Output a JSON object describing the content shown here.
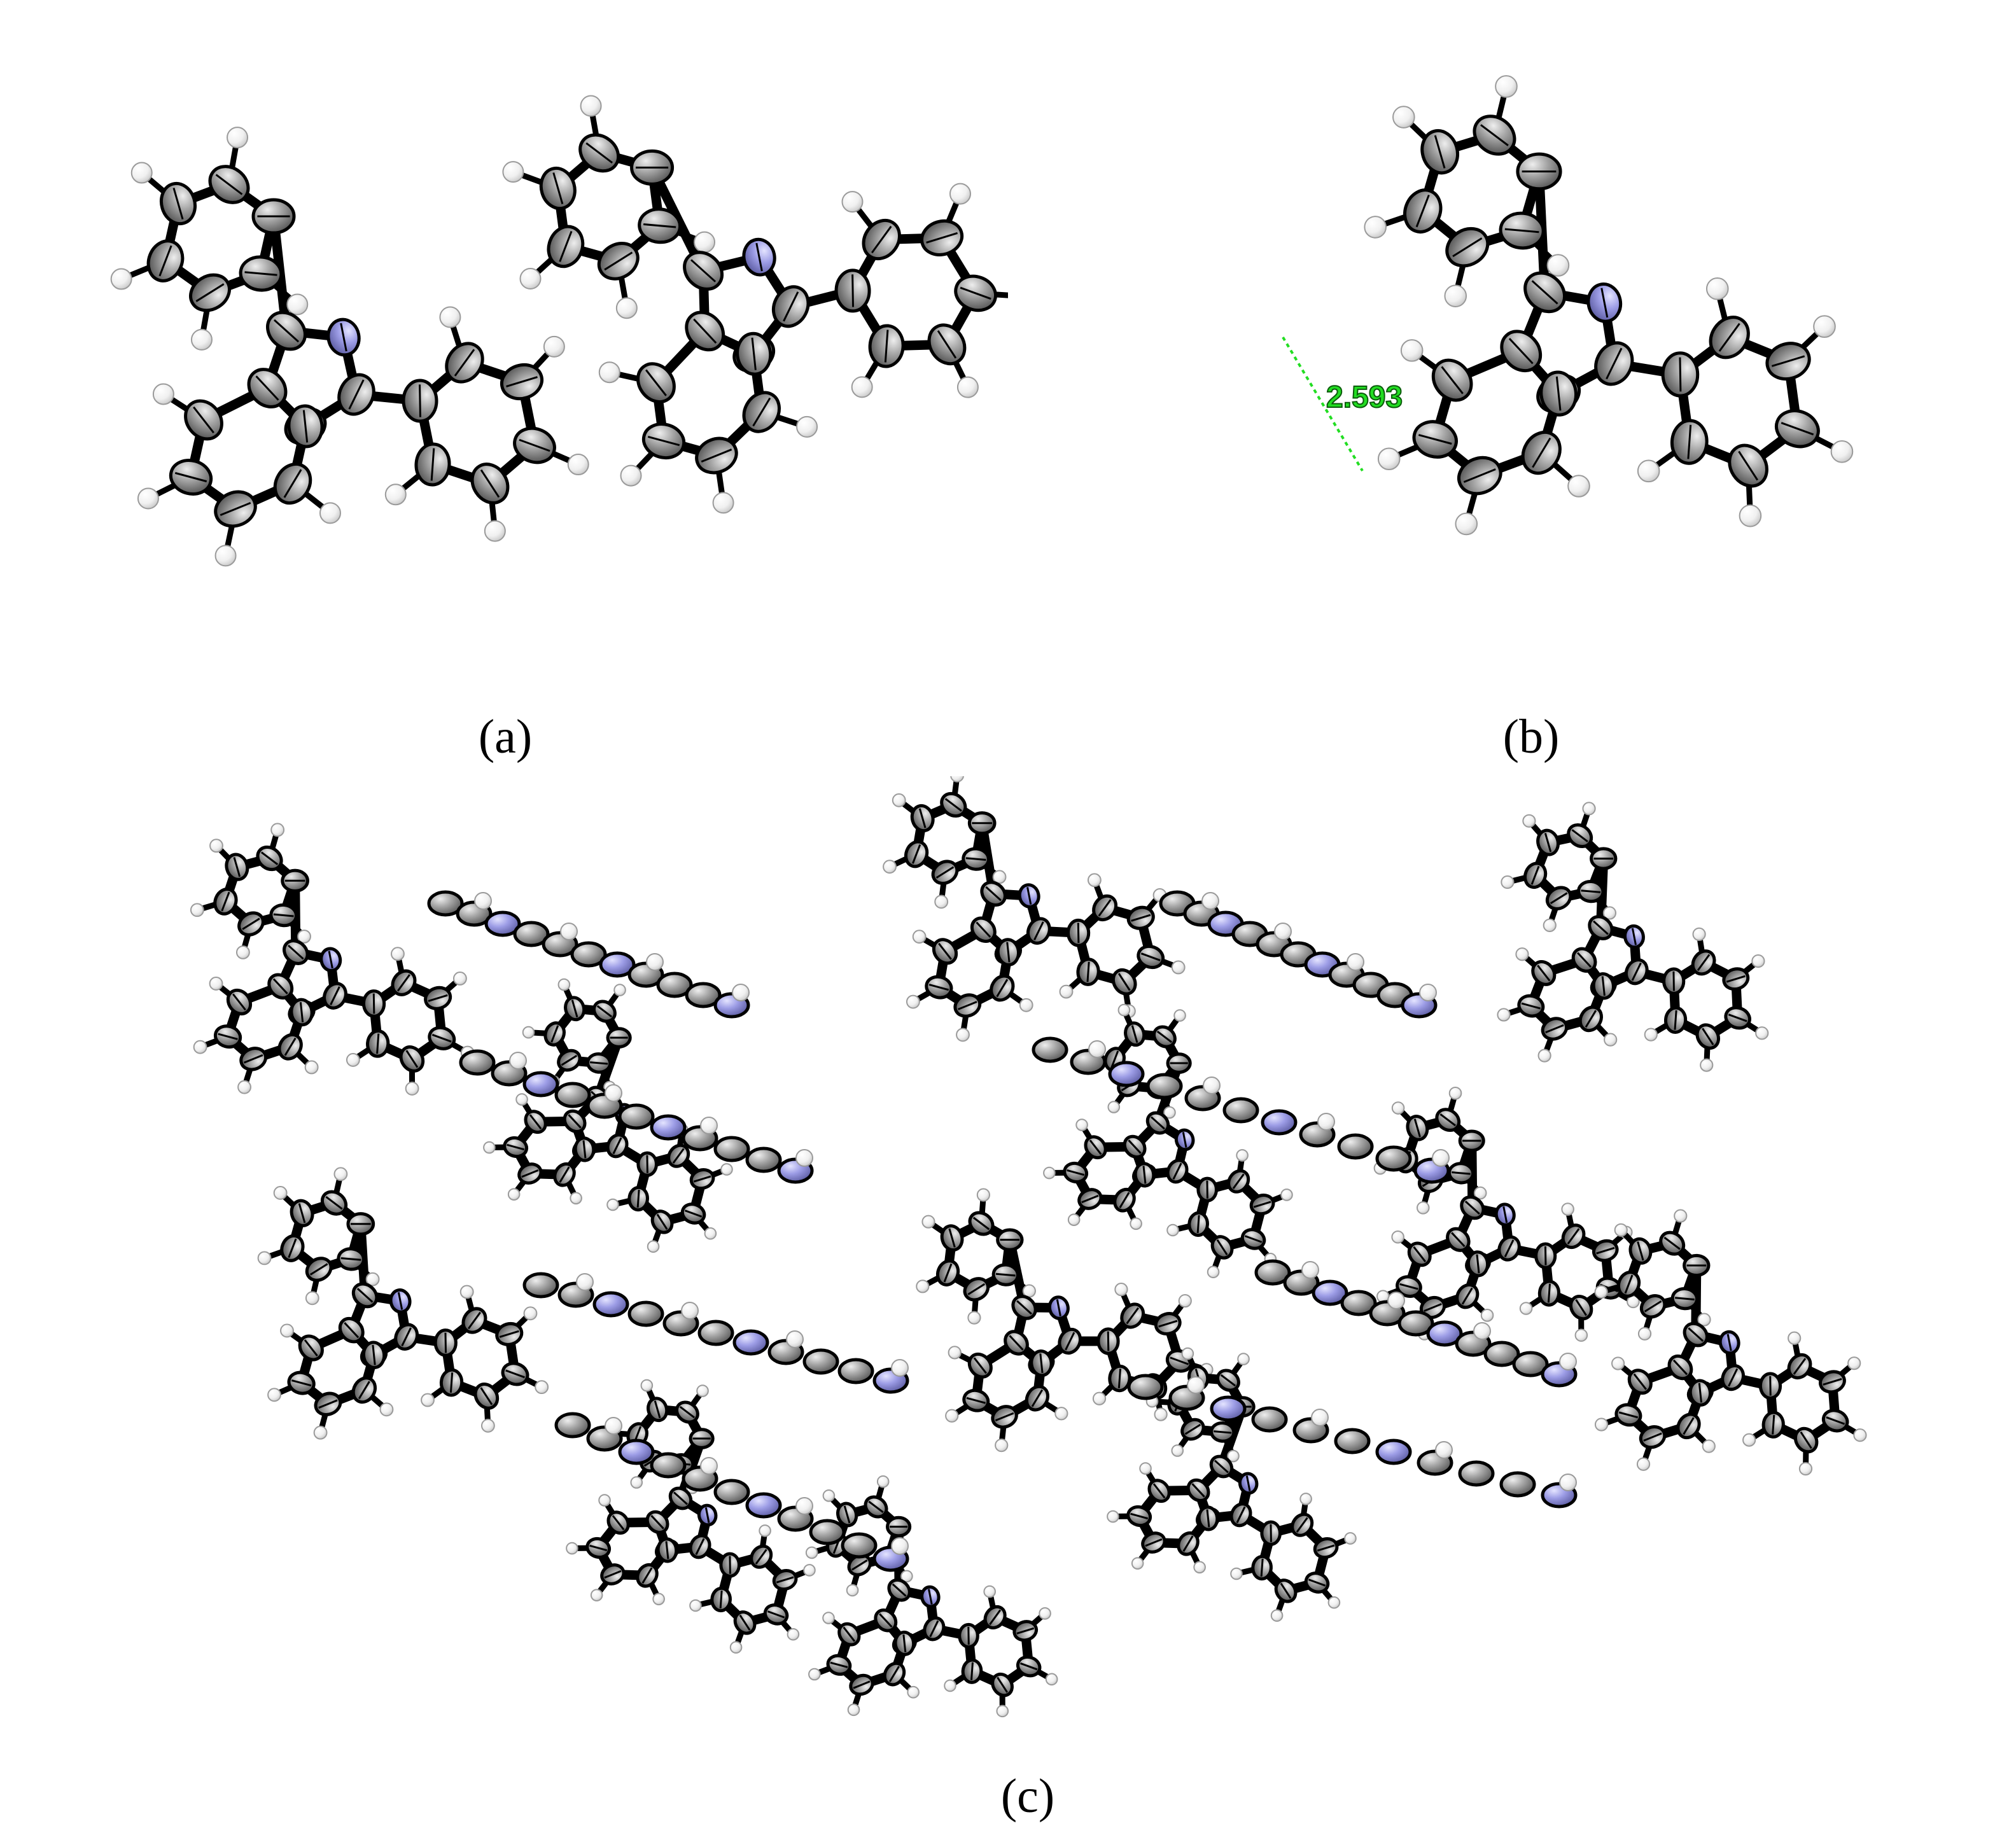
{
  "panels": {
    "a": {
      "caption": "(a)"
    },
    "b": {
      "caption": "(b)",
      "contact_label": "2.593",
      "contact_color": "#22dd22"
    },
    "c": {
      "caption": "(c)"
    }
  },
  "colors": {
    "carbon": "#9a9a9a",
    "nitrogen": "#9a9ae6",
    "hydrogen": "#f4f4f4",
    "bond": "#000000",
    "contact": "#22dd22"
  }
}
